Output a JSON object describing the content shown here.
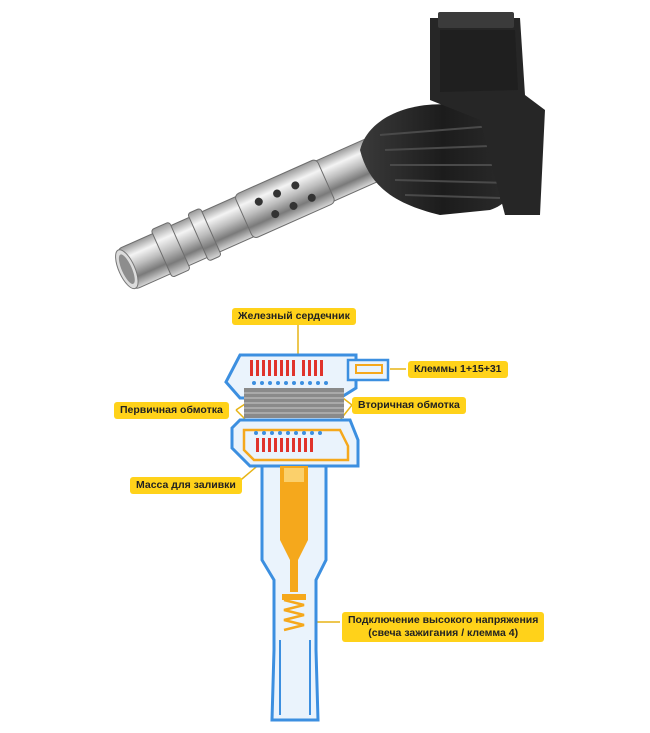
{
  "labels": {
    "iron_core": "Железный сердечник",
    "terminals": "Клеммы 1+15+31",
    "primary_winding": "Первичная обмотка",
    "secondary_winding": "Вторичная обмотка",
    "potting_compound": "Масса для заливки",
    "hv_connection_line1": "Подключение высокого напряжения",
    "hv_connection_line2": "(свеча зажигания / клемма 4)"
  },
  "colors": {
    "label_bg": "#ffd21a",
    "housing_blue": "#3c8fe0",
    "potting_orange": "#f5a81c",
    "winding_red": "#e0332b",
    "core_gray": "#8a8a8a",
    "pointer_line": "#e7b416"
  },
  "icons": {
    "coil_photo": "ignition-coil-photo",
    "coil_diagram": "ignition-coil-cross-section"
  }
}
